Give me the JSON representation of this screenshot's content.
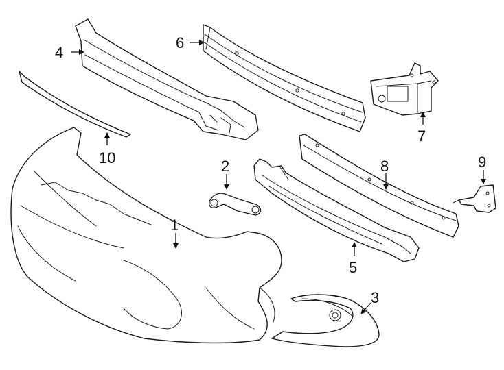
{
  "callouts": [
    {
      "id": "1",
      "text": "1"
    },
    {
      "id": "2",
      "text": "2"
    },
    {
      "id": "3",
      "text": "3"
    },
    {
      "id": "4",
      "text": "4"
    },
    {
      "id": "5",
      "text": "5"
    },
    {
      "id": "6",
      "text": "6"
    },
    {
      "id": "7",
      "text": "7"
    },
    {
      "id": "8",
      "text": "8"
    },
    {
      "id": "9",
      "text": "9"
    },
    {
      "id": "10",
      "text": "10"
    }
  ],
  "colors": {
    "line": "#1a1a1a",
    "background": "#ffffff"
  }
}
